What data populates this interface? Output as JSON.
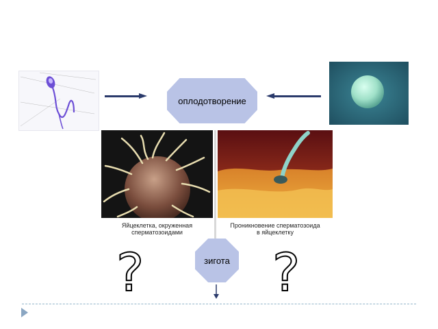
{
  "labels": {
    "fertilization": "оплодотворение",
    "zygote": "зигота",
    "question_mark": "?"
  },
  "captions": {
    "left": [
      "Яйцеклетка, окруженная",
      "сперматозоидами"
    ],
    "right": [
      "Проникновение сперматозоида",
      "в яйцеклетку"
    ]
  },
  "colors": {
    "octagon_fill": "#b9c3e6",
    "arrow": "#2a3a6b",
    "sperm_body": "#6d4fd6",
    "egg_bg": "#2e6d7a",
    "egg_cell": "#9fe0c8"
  }
}
